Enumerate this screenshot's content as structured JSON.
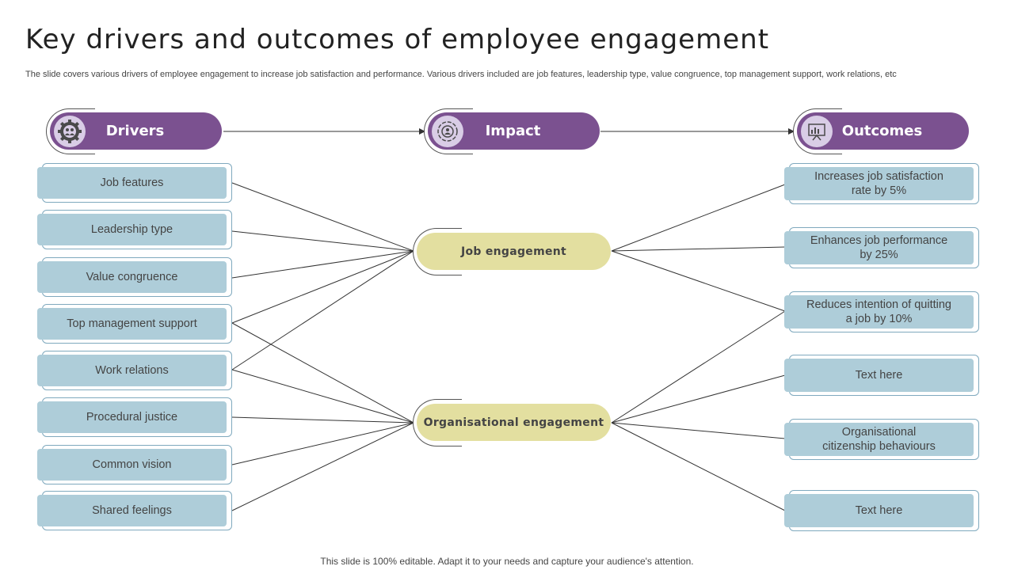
{
  "title": "Key drivers and outcomes of employee engagement",
  "subtitle": "The slide covers various drivers of employee engagement to increase job satisfaction and performance. Various drivers included are job features, leadership type, value congruence, top management support, work relations, etc",
  "footer": "This slide is 100% editable. Adapt it to your needs and capture your audience's attention.",
  "colors": {
    "purple": "#7b5190",
    "light_purple": "#d9cde6",
    "blue": "#aecdd9",
    "yellow": "#e3dfa0"
  },
  "headers": {
    "drivers": {
      "label": "Drivers",
      "icon": "gear-people-icon"
    },
    "impact": {
      "label": "Impact",
      "icon": "target-people-icon"
    },
    "outcomes": {
      "label": "Outcomes",
      "icon": "presentation-board-icon"
    }
  },
  "drivers": [
    "Job features",
    "Leadership type",
    "Value congruence",
    "Top management support",
    "Work relations",
    "Procedural justice",
    "Common vision",
    "Shared feelings"
  ],
  "impacts": [
    "Job engagement",
    "Organisational engagement"
  ],
  "outcomes": [
    "Increases job satisfaction\nrate by 5%",
    "Enhances job performance\nby 25%",
    "Reduces intention of quitting\na job by 10%",
    "Text here",
    "Organisational\ncitizenship behaviours",
    "Text here"
  ]
}
